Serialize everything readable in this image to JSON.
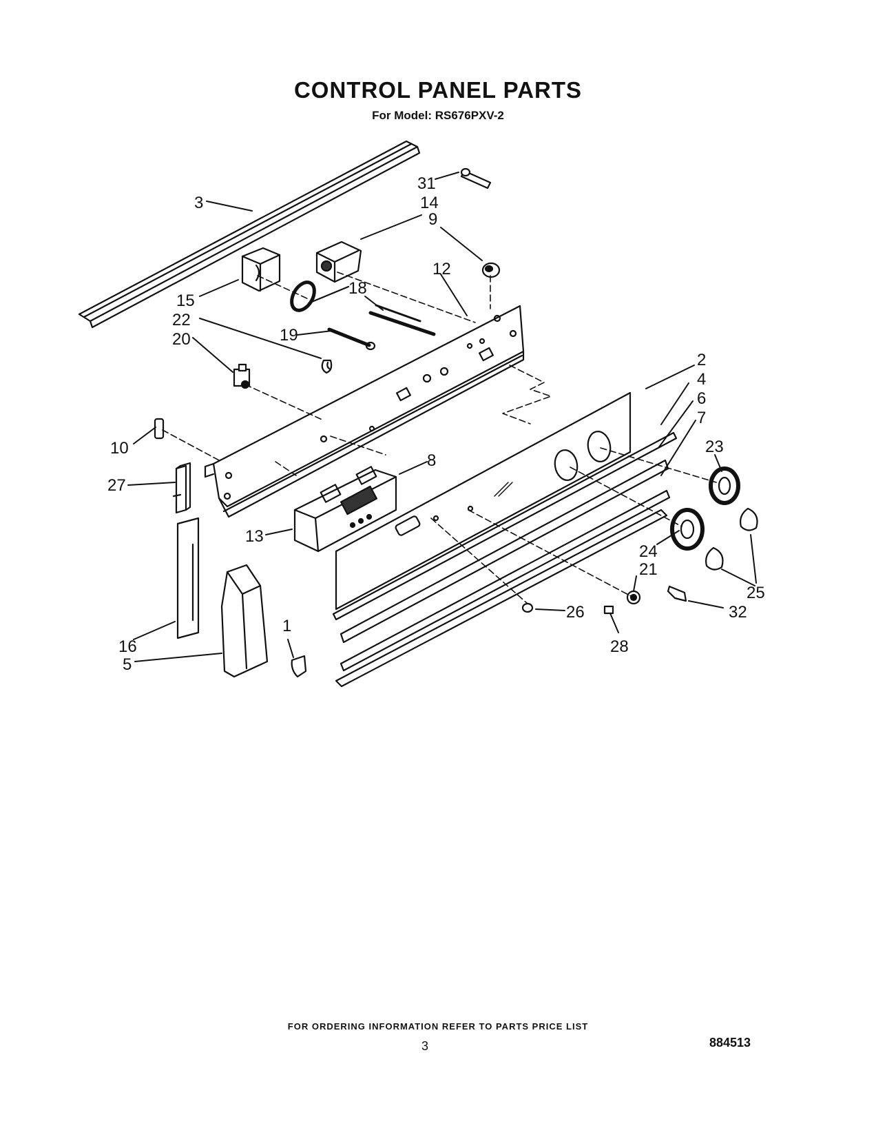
{
  "header": {
    "title": "CONTROL PANEL PARTS",
    "model": "For Model: RS676PXV-2"
  },
  "callouts": [
    {
      "label": "3"
    },
    {
      "label": "31"
    },
    {
      "label": "14"
    },
    {
      "label": "9"
    },
    {
      "label": "12"
    },
    {
      "label": "15"
    },
    {
      "label": "18"
    },
    {
      "label": "22"
    },
    {
      "label": "20"
    },
    {
      "label": "19"
    },
    {
      "label": "2"
    },
    {
      "label": "4"
    },
    {
      "label": "6"
    },
    {
      "label": "7"
    },
    {
      "label": "23"
    },
    {
      "label": "8"
    },
    {
      "label": "10"
    },
    {
      "label": "27"
    },
    {
      "label": "13"
    },
    {
      "label": "24"
    },
    {
      "label": "21"
    },
    {
      "label": "25"
    },
    {
      "label": "26"
    },
    {
      "label": "32"
    },
    {
      "label": "16"
    },
    {
      "label": "5"
    },
    {
      "label": "1"
    },
    {
      "label": "28"
    }
  ],
  "footer": {
    "ordering_note": "FOR ORDERING INFORMATION REFER TO PARTS PRICE LIST",
    "page_number": "3",
    "doc_number": "884513"
  }
}
